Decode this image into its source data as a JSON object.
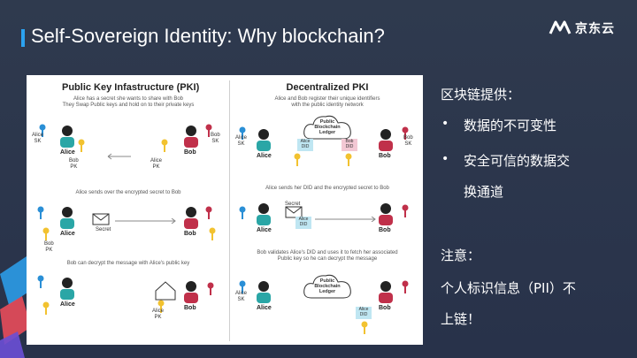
{
  "slide": {
    "title": "Self-Sovereign Identity: Why blockchain?",
    "logo_text": "京东云"
  },
  "figure": {
    "left_title": "Public Key Infastructure (PKI)",
    "left_desc1": "Alice has a secret she wants to share with Bob\nThey Swap Public keys and hold on to their private keys",
    "left_desc2": "Alice sends over the encrypted secret to Bob",
    "left_desc3": "Bob can decrypt the message with Alice's public key",
    "right_title": "Decentralized PKI",
    "right_desc1": "Alice and Bob register their unique identifiers\nwith the public identity network",
    "right_desc2": "Alice sends her DID and the encrypted secret to Bob",
    "right_desc3": "Bob validates Alice's DID and uses it to fetch her associated\nPublic key so he can decrypt the message",
    "alice": "Alice",
    "bob": "Bob",
    "alice_sk": "Alice\nSK",
    "bob_sk": "Bob\nSK",
    "alice_pk": "Alice\nPK",
    "bob_pk": "Bob\nPK",
    "secret": "Secret",
    "ledger": "Public\nBlockchain\nLedger",
    "alice_did": "Alice\nDID",
    "bob_did": "Bob\nDID"
  },
  "right_panel": {
    "heading": "区块链提供：",
    "bullets": [
      "数据的不可变性",
      "安全可信的数据交",
      "换通道"
    ],
    "note_label": "注意：",
    "note_line1": "个人标识信息（PII）不",
    "note_line2": "上链！"
  },
  "colors": {
    "background": "#2a3446",
    "accent": "#2ba2f0",
    "alice_color": "#2aa6a6",
    "bob_color": "#c0304a",
    "key_blue": "#2a8fd6",
    "key_yellow": "#f2c230",
    "key_red": "#c0304a"
  }
}
